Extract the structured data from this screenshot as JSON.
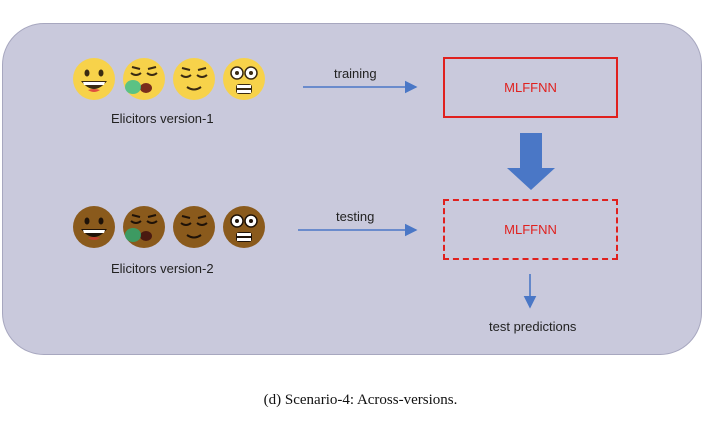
{
  "colors": {
    "panel_bg": "#c9c9dc",
    "box_red": "#e0201e",
    "arrow_blue": "#4a77c6",
    "emoji_light": "#f7d24a",
    "emoji_dark": "#8a5a1c"
  },
  "version1": {
    "label": "Elicitors version-1",
    "emojis": [
      "grinning-face-icon",
      "sleepy-face-icon",
      "relieved-face-icon",
      "astonished-face-icon"
    ]
  },
  "version2": {
    "label": "Elicitors version-2",
    "emojis": [
      "grinning-face-icon",
      "sleepy-face-icon",
      "relieved-face-icon",
      "astonished-face-icon"
    ]
  },
  "arrows": {
    "training": "training",
    "testing": "testing"
  },
  "boxes": {
    "top": "MLFFNN",
    "bottom": "MLFFNN"
  },
  "output": "test predictions",
  "caption": "(d) Scenario-4: Across-versions."
}
